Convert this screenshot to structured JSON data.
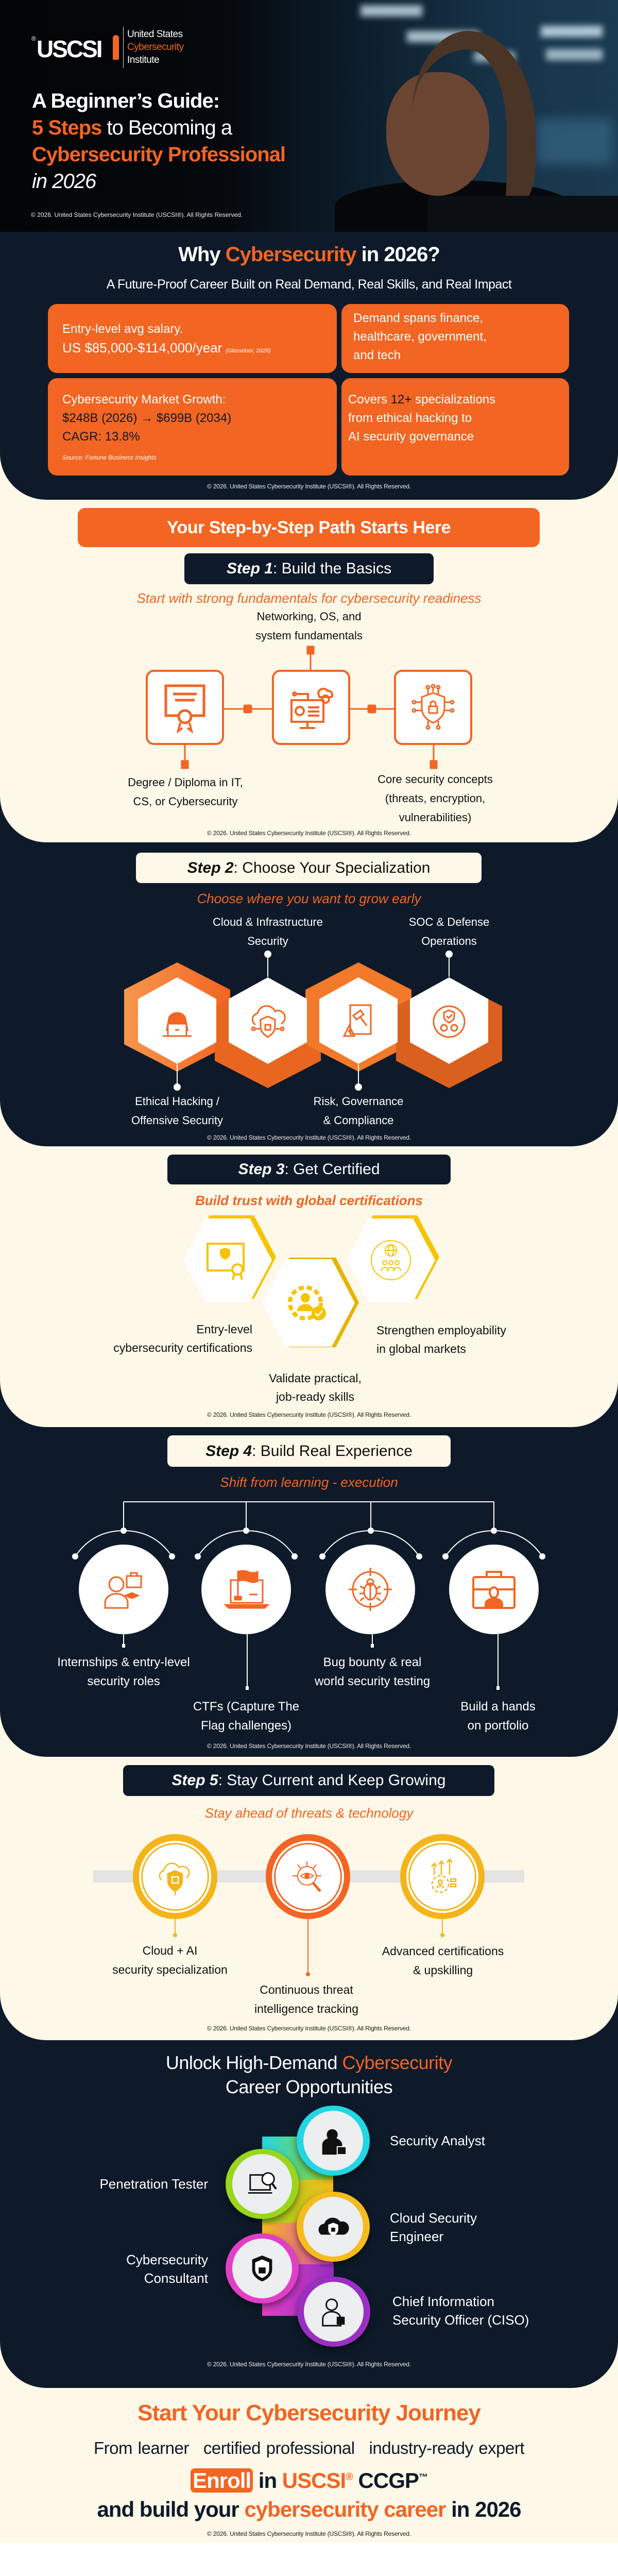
{
  "colors": {
    "navy": "#0e1a2a",
    "orange": "#f26522",
    "cream": "#fdf8e8",
    "yellow": "#f5c400"
  },
  "brand": {
    "logo_text": "USCSI",
    "reg": "®",
    "name_line1": "United States",
    "name_line2": "Cybersecurity",
    "name_line3": "Institute"
  },
  "hero": {
    "line1": "A Beginner’s Guide:",
    "line2_accent": "5 Steps",
    "line2_rest": " to Becoming a",
    "line3": "Cybersecurity Professional",
    "line4": "in 2026"
  },
  "copyright": "© 2026. United States Cybersecurity Institute (USCSI®). All Rights Reserved.",
  "why": {
    "title_pre": "Why ",
    "title_accent": "Cybersecurity",
    "title_post": " in 2026?",
    "subtitle": "A Future-Proof Career Built on Real Demand, Real Skills, and Real Impact",
    "salary_line1": "Entry-level avg salary.",
    "salary_line2": "US $85,000-$114,000/year",
    "salary_source": "(Glassdoor, 2026)",
    "demand": "Demand spans finance,\nhealthcare, government,\nand tech",
    "market_line1": "Cybersecurity Market Growth:",
    "market_line2": "$248B (2026) → $699B (2034)",
    "market_line3": "CAGR: 13.8%",
    "market_source": "Source: Fortune Business Insights",
    "spec_pre": "Covers ",
    "spec_accent": "12+",
    "spec_post": " specializations\nfrom ethical hacking to\nAI security governance"
  },
  "path_banner": "Your Step-by-Step Path Starts Here",
  "step1": {
    "prefix": "Step 1",
    "title": ": Build the Basics",
    "subtitle": "Start with strong fundamentals for cybersecurity readiness",
    "items": [
      "Degree / Diploma in IT,\nCS, or Cybersecurity",
      "Networking, OS, and\nsystem fundamentals",
      "Core security concepts\n(threats, encryption,\nvulnerabilities)"
    ]
  },
  "step2": {
    "prefix": "Step 2",
    "title": ": Choose Your Specialization",
    "subtitle": "Choose where you want to grow early",
    "items": [
      "Ethical Hacking /\nOffensive Security",
      "Cloud & Infrastructure\nSecurity",
      "Risk, Governance\n& Compliance",
      "SOC & Defense\nOperations"
    ]
  },
  "step3": {
    "prefix": "Step 3",
    "title": ": Get Certified",
    "subtitle": "Build trust with global certifications",
    "items": [
      "Entry-level\ncybersecurity certifications",
      "Validate practical,\njob-ready skills",
      "Strengthen employability\nin global markets"
    ]
  },
  "step4": {
    "prefix": "Step 4",
    "title": ": Build Real Experience",
    "subtitle": "Shift from learning - execution",
    "items": [
      "Internships & entry-level\nsecurity roles",
      "CTFs (Capture The\nFlag challenges)",
      "Bug bounty & real\nworld security testing",
      "Build a hands\non portfolio"
    ]
  },
  "step5": {
    "prefix": "Step 5",
    "title": ": Stay Current and Keep Growing",
    "subtitle": "Stay ahead of threats & technology",
    "items": [
      "Cloud + AI\nsecurity specialization",
      "Continuous threat\nintelligence tracking",
      "Advanced certifications\n& upskilling"
    ]
  },
  "careers": {
    "title_pre": "Unlock High-Demand ",
    "title_accent": "Cybersecurity",
    "title_line2": "Career Opportunities",
    "roles": [
      "Security Analyst",
      "Penetration Tester",
      "Cloud Security\nEngineer",
      "Cybersecurity\nConsultant",
      "Chief Information\nSecurity Officer (CISO)"
    ],
    "ring_colors": [
      "#22d6e3",
      "#9ad61c",
      "#f6bb1c",
      "#e03fc6",
      "#9a2fc2"
    ]
  },
  "cta": {
    "title": "Start Your Cybersecurity Journey",
    "path1": "From learner",
    "path2": "certified professional",
    "path3": "industry-ready expert",
    "enroll": "Enroll",
    "in": " in ",
    "uscsi": "USCSI",
    "reg": "®",
    "ccgp": " CCGP",
    "tm": "™",
    "line2_pre": "and build your ",
    "line2_accent": "cybersecurity career",
    "line2_post": " in 2026"
  }
}
